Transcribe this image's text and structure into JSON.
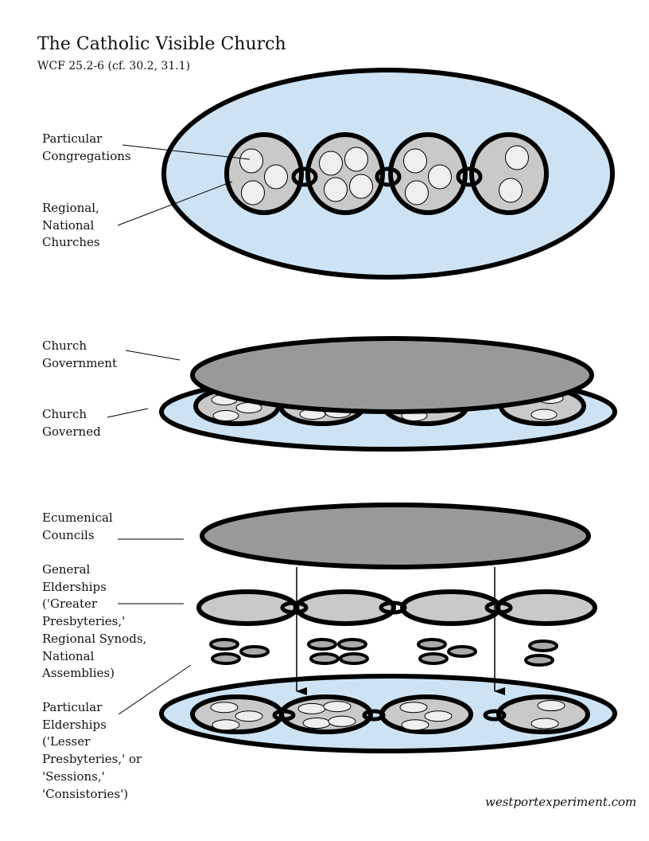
{
  "header": {
    "title": "The Catholic Visible Church",
    "subtitle": "WCF 25.2-6 (cf. 30.2, 31.1)"
  },
  "section1": {
    "labels": {
      "particular_congregations": "Particular\nCongregations",
      "regional_national": "Regional,\nNational\nChurches"
    },
    "churches": [
      3,
      4,
      3,
      2
    ]
  },
  "section2": {
    "labels": {
      "government": "Church\nGovernment",
      "governed": "Church\nGoverned"
    },
    "churches": [
      3,
      4,
      3,
      2
    ]
  },
  "section3": {
    "labels": {
      "ecumenical": "Ecumenical\nCouncils",
      "general": "General\nElderships\n('Greater\nPresbyteries,'\nRegional Synods,\nNational\nAssemblies)",
      "particular": "Particular\nElderships\n('Lesser\nPresbyteries,' or\n'Sessions,'\n'Consistories')"
    },
    "sessions_per_region": [
      3,
      4,
      3,
      2
    ],
    "churches": [
      3,
      4,
      3,
      2
    ]
  },
  "colors": {
    "church_blue": "#cde3f3",
    "region_gray": "#c9c9c9",
    "congregation_white": "#efefef",
    "government_gray": "#999999",
    "stroke": "#000000"
  },
  "footer": {
    "credit": "westportexperiment.com"
  }
}
